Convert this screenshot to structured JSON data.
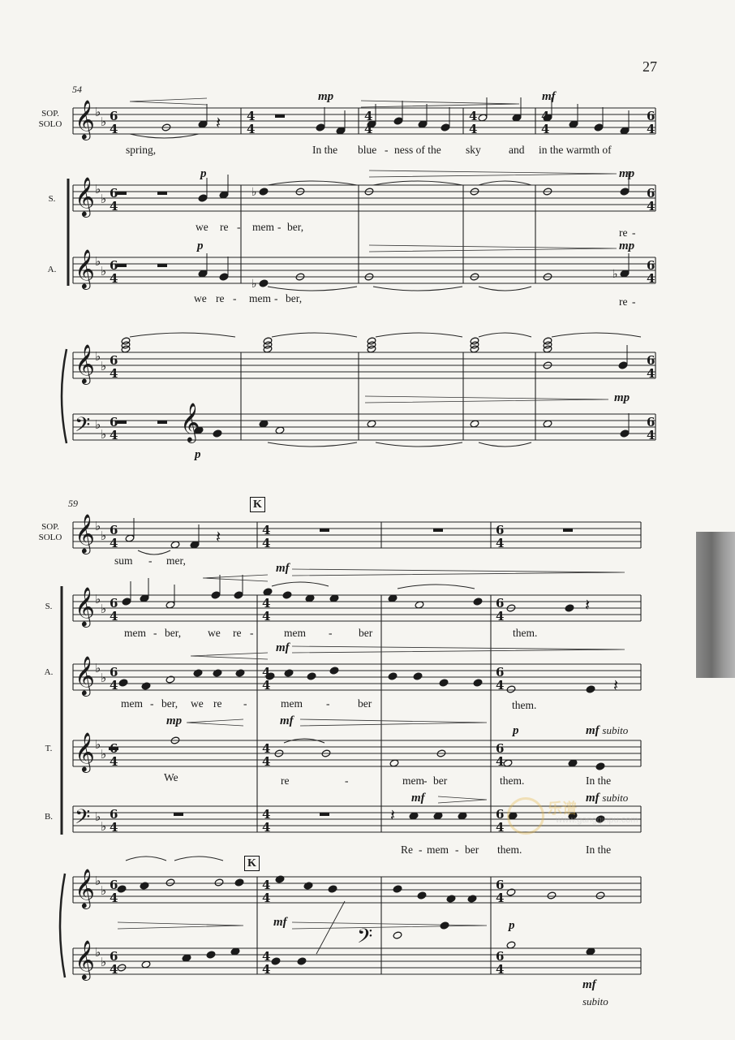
{
  "page_number": "27",
  "measure_numbers": {
    "system1": "54",
    "system2": "59"
  },
  "rehearsal_mark": "K",
  "staff_labels": {
    "sop_solo": "SOP.\nSOLO",
    "soprano": "S.",
    "alto": "A.",
    "tenor": "T.",
    "bass": "B."
  },
  "dynamics": {
    "mp": "mp",
    "mf": "mf",
    "p": "p",
    "mf_subito": "mf subito",
    "subito": "subito"
  },
  "system1": {
    "solo_lyrics": [
      "spring,",
      "In the",
      "blue",
      "-",
      "ness of the",
      "sky",
      "and",
      "in the warmth of"
    ],
    "soprano_lyrics": [
      "we",
      "re",
      "-",
      "mem",
      "-",
      "ber,",
      "re",
      "-"
    ],
    "alto_lyrics": [
      "we",
      "re",
      "-",
      "mem",
      "-",
      "ber,",
      "re",
      "-"
    ]
  },
  "system2": {
    "solo_lyrics": [
      "sum",
      "-",
      "mer,"
    ],
    "soprano_lyrics": [
      "mem",
      "-",
      "ber,",
      "we",
      "re",
      "-",
      "mem",
      "-",
      "ber",
      "them."
    ],
    "alto_lyrics": [
      "mem",
      "-",
      "ber,",
      "we",
      "re",
      "-",
      "mem",
      "-",
      "ber",
      "them."
    ],
    "tenor_lyrics": [
      "We",
      "re",
      "-",
      "mem",
      "-",
      "ber",
      "them.",
      "In the"
    ],
    "bass_lyrics": [
      "Re",
      "-",
      "mem",
      "-",
      "ber",
      "them.",
      "In the"
    ]
  },
  "watermark": {
    "title": "乐谱",
    "url": "www.gangqinpu.com"
  }
}
